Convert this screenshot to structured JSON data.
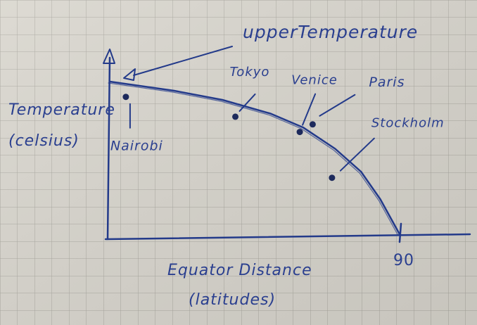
{
  "chart_data": {
    "type": "line",
    "title": "",
    "xlabel": "Equator Distance",
    "xlabel_unit": "(latitudes)",
    "ylabel": "Temperature",
    "ylabel_unit": "(celsius)",
    "x_end_label": "90",
    "xlim": [
      0,
      90
    ],
    "grid": true,
    "series": [
      {
        "name": "upperTemperature",
        "x": [
          0,
          20,
          35,
          50,
          60,
          70,
          78,
          84,
          90
        ],
        "y": [
          100,
          94,
          88,
          79,
          70,
          56,
          41,
          23,
          0
        ]
      }
    ],
    "points": [
      {
        "label": "Nairobi",
        "x": 5,
        "y": 90
      },
      {
        "label": "Tokyo",
        "x": 39,
        "y": 77
      },
      {
        "label": "Venice",
        "x": 59,
        "y": 67
      },
      {
        "label": "Paris",
        "x": 63,
        "y": 72
      },
      {
        "label": "Stockholm",
        "x": 69,
        "y": 37
      }
    ]
  }
}
